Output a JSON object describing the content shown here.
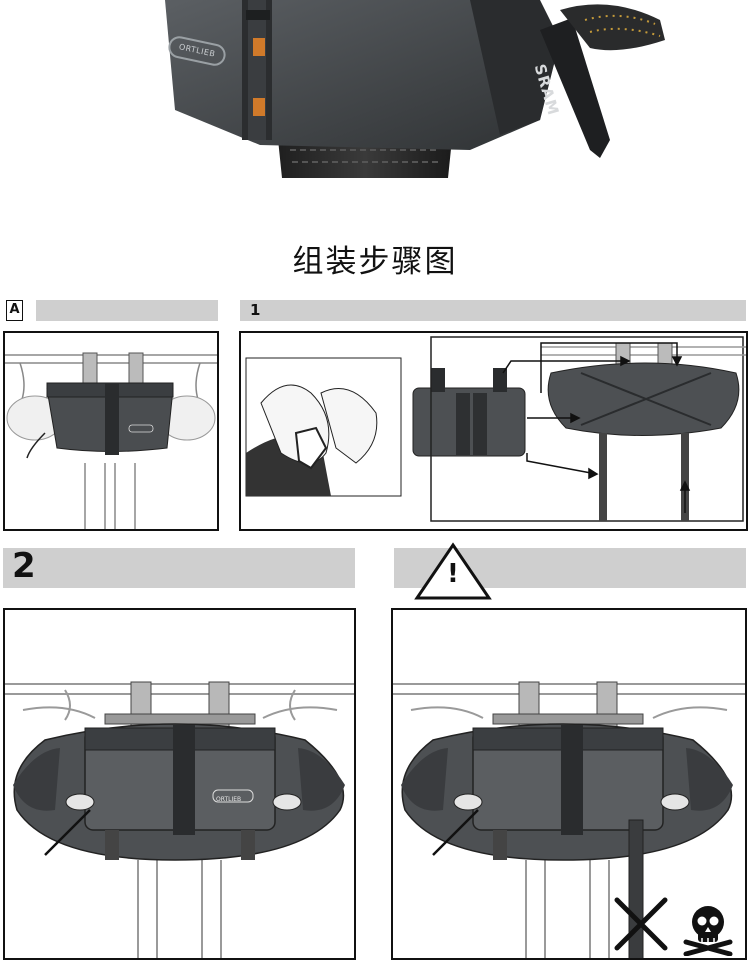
{
  "hero": {
    "brand_text": "ORTLIEB",
    "lever_text": "SRAM"
  },
  "title": "组装步骤图",
  "steps": {
    "a_label": "A",
    "one_label": "1",
    "two_label": "2",
    "warning_symbol": "!"
  },
  "bag_logo": "ORTLIEB",
  "colors": {
    "bar_gray": "#cfcfcf",
    "bag_dark": "#4a4d50",
    "outline": "#111111"
  }
}
